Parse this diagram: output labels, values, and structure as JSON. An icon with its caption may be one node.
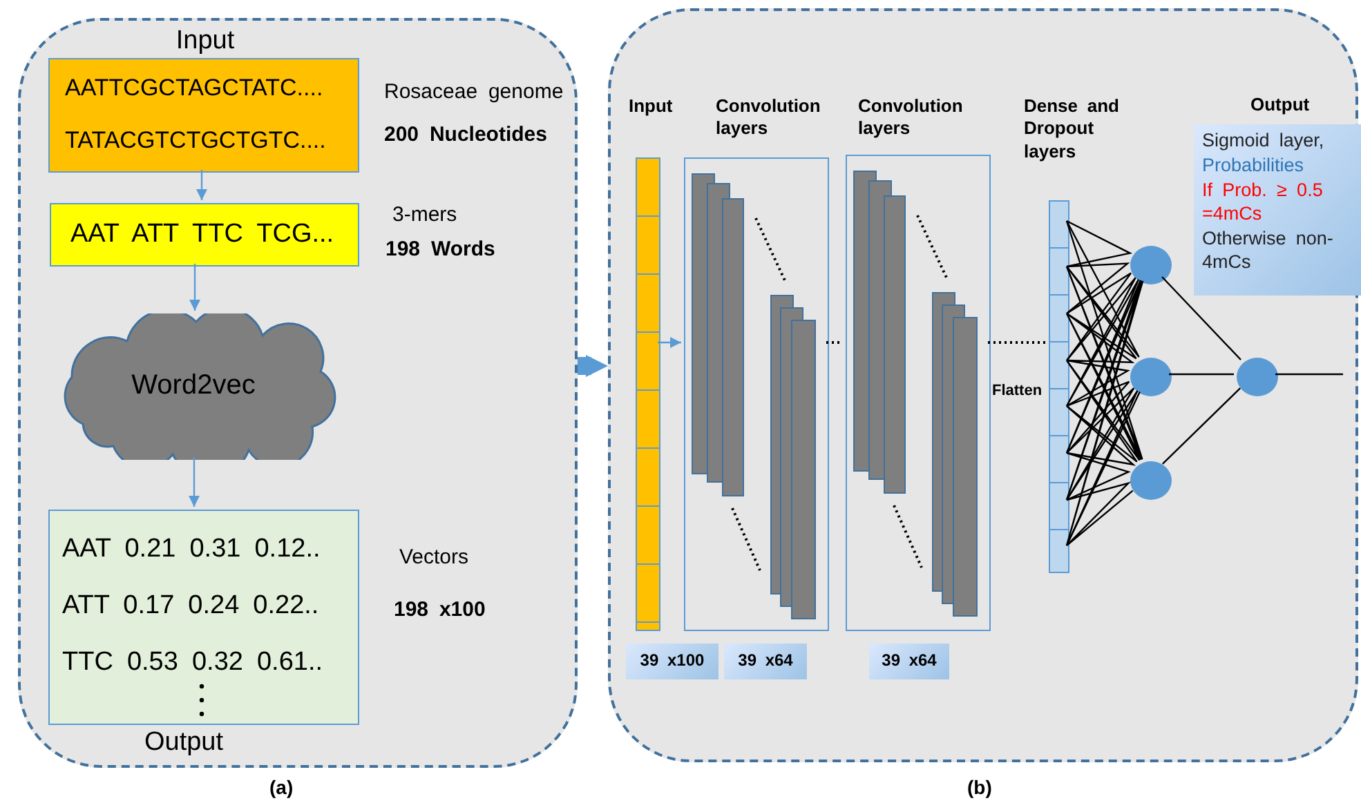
{
  "diagram": {
    "nodes": [
      {
        "text": [],
        "shape": "box",
        "beside": [
          "(a)"
        ]
      },
      {
        "text": [
          "Input",
          "AATTCGCTAGCTATC....",
          "TATACGTCTGCTGTC...."
        ],
        "in": 0,
        "beside": [
          "Rosaceae genome",
          "200 Nucleotides"
        ]
      },
      {
        "text": [
          "AAT ATT TTC TCG..."
        ],
        "in": 0,
        "beside": [
          "3-mers",
          "198 Words"
        ]
      },
      {
        "text": [
          "Word2vec"
        ],
        "in": 0
      },
      {
        "text": [
          "AAT 0.21 0.31 0.12..",
          "ATT 0.17 0.24 0.22..",
          "TTC 0.53 0.32 0.61..",
          "Output"
        ],
        "in": 0,
        "beside": [
          "Vectors",
          "198 x100"
        ]
      },
      {
        "text": [],
        "shape": "box",
        "beside": [
          "(b)"
        ]
      },
      {
        "text": [
          "Input"
        ],
        "in": 5
      },
      {
        "text": [
          "Convolution layers"
        ],
        "in": 5
      },
      {
        "text": [
          "Convolution layers"
        ],
        "in": 5
      },
      {
        "text": [
          "Dense and Dropout layers"
        ],
        "in": 5
      },
      {
        "text": [],
        "shape": "circle",
        "in": 5
      },
      {
        "text": [],
        "shape": "circle",
        "in": 5
      },
      {
        "text": [],
        "shape": "circle",
        "in": 5
      },
      {
        "text": [],
        "shape": "circle",
        "in": 5
      },
      {
        "text": [
          "Output",
          "Sigmoid layer,",
          "Probabilities",
          "If Prob. ≥ 0.5 =4mCs",
          "Otherwise non-4mCs"
        ],
        "in": 5
      },
      {
        "text": [
          "39 x100"
        ],
        "in": 5
      },
      {
        "text": [
          "39 x64"
        ],
        "in": 5
      },
      {
        "text": [
          "39 x64"
        ],
        "in": 5
      }
    ],
    "edges": [
      {
        "from": 1,
        "to": 2,
        "arrow": "to",
        "color": "#5b9bd5"
      },
      {
        "from": 2,
        "to": 3,
        "arrow": "to",
        "color": "#5b9bd5"
      },
      {
        "from": 3,
        "to": 4,
        "arrow": "to",
        "color": "#5b9bd5"
      },
      {
        "from": 0,
        "to": 5,
        "arrow": "to",
        "style": "thick",
        "color": "#5b9bd5"
      },
      {
        "from": 6,
        "to": 7,
        "arrow": "to",
        "color": "#5b9bd5"
      },
      {
        "from": 7,
        "to": 8,
        "arrow": "none",
        "style": "dashed"
      },
      {
        "from": 8,
        "to": 9,
        "arrow": "none",
        "style": "dashed"
      },
      {
        "from": 9,
        "to": 10,
        "arrow": "none"
      },
      {
        "from": 9,
        "to": 11,
        "arrow": "none"
      },
      {
        "from": 9,
        "to": 12,
        "arrow": "none"
      },
      {
        "from": 10,
        "to": 13,
        "arrow": "none"
      },
      {
        "from": 11,
        "to": 13,
        "arrow": "none"
      },
      {
        "from": 12,
        "to": 13,
        "arrow": "none"
      },
      {
        "from": 13,
        "to": null,
        "arrow": "none"
      }
    ],
    "labels": [
      "Flatten"
    ]
  }
}
